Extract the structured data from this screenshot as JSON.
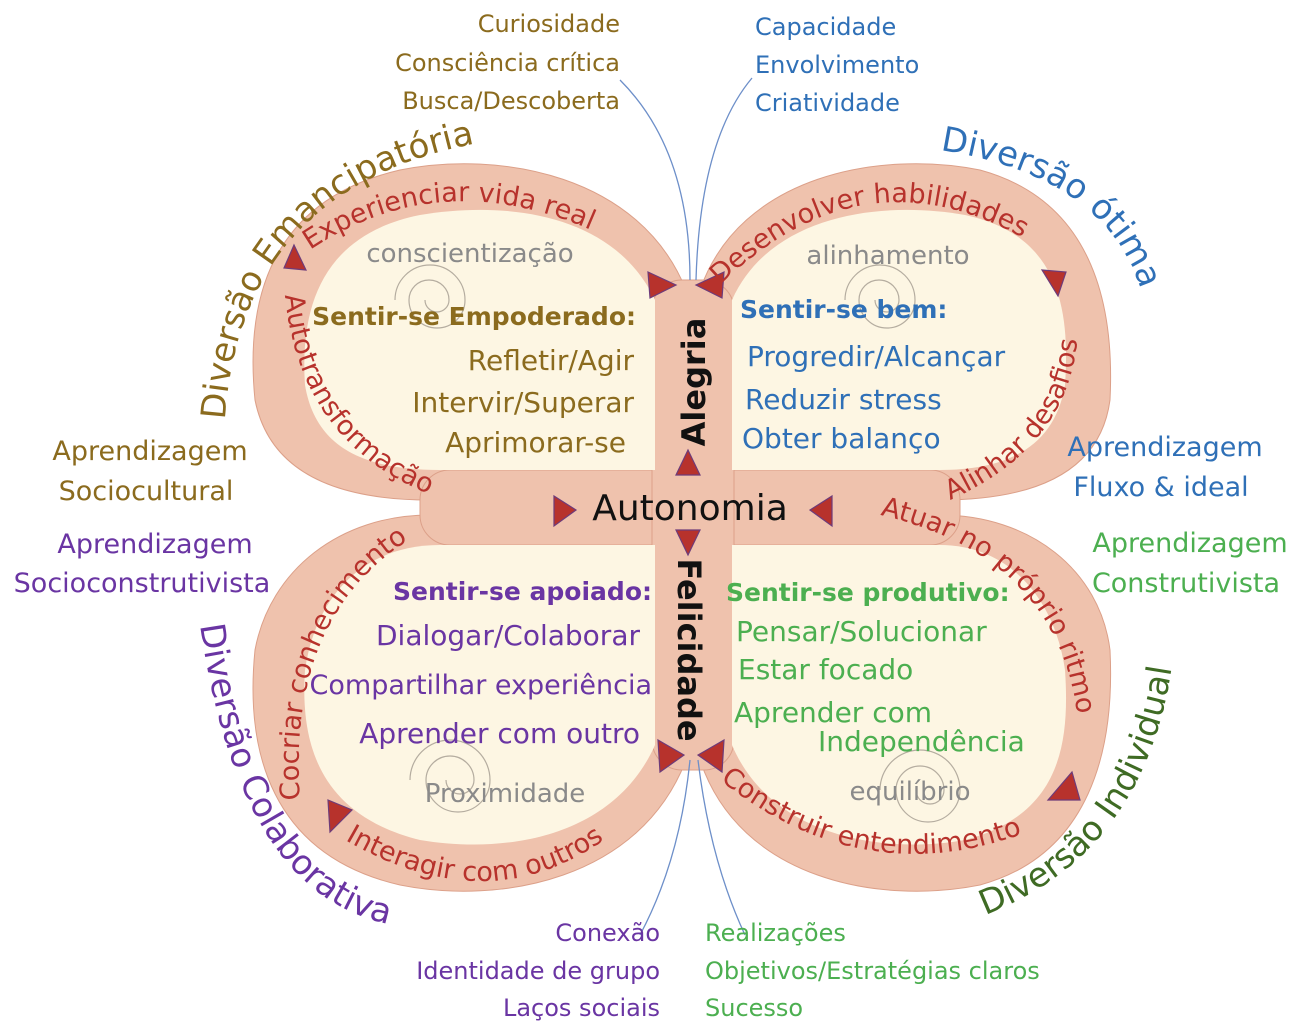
{
  "colors": {
    "band": "#efc2ad",
    "band_edge": "#dca089",
    "lobe": "#fdf6e3",
    "brown": "#8b6b1e",
    "blue": "#2f70b7",
    "purple": "#6a35a3",
    "green": "#4caf50",
    "dark_green": "#3f6b24",
    "red": "#b7322c",
    "gray": "#8a8a8a",
    "black": "#111111"
  },
  "center": {
    "autonomy": "Autonomia",
    "joy": "Alegria",
    "happiness": "Felicidade"
  },
  "top_left": {
    "outer_label": "Diversão Emancipatória",
    "arc_top": "Experienciar vida real",
    "arc_side": "Autotransformação",
    "concept": "conscientização",
    "feeling": "Sentir-se Empoderado:",
    "actions": [
      "Refletir/Agir",
      "Intervir/Superar",
      "Aprimorar-se"
    ],
    "top_keywords": [
      "Curiosidade",
      "Consciência crítica",
      "Busca/Descoberta"
    ],
    "learning": [
      "Aprendizagem",
      "Sociocultural"
    ]
  },
  "top_right": {
    "outer_label": "Diversão ótima",
    "arc_top": "Desenvolver habilidades",
    "arc_side": "Alinhar desafios",
    "concept": "alinhamento",
    "feeling": "Sentir-se bem:",
    "actions": [
      "Progredir/Alcançar",
      "Reduzir stress",
      "Obter balanço"
    ],
    "top_keywords": [
      "Capacidade",
      "Envolvimento",
      "Criatividade"
    ],
    "learning": [
      "Aprendizagem",
      "Fluxo & ideal"
    ]
  },
  "bottom_left": {
    "outer_label": "Diversão Colaborativa",
    "arc_side": "Cocriar conhecimento",
    "arc_bottom": "Interagir com outros",
    "concept": "Proximidade",
    "feeling": "Sentir-se apoiado:",
    "actions": [
      "Dialogar/Colaborar",
      "Compartilhar experiência",
      "Aprender com outro"
    ],
    "bottom_keywords": [
      "Conexão",
      "Identidade de grupo",
      "Laços sociais"
    ],
    "learning": [
      "Aprendizagem",
      "Socioconstrutivista"
    ]
  },
  "bottom_right": {
    "outer_label": "Diversão Individual",
    "arc_side": "Atuar no próprio ritmo",
    "arc_bottom": "Construir entendimento",
    "concept": "equilíbrio",
    "feeling": "Sentir-se produtivo:",
    "actions": [
      "Pensar/Solucionar",
      "Estar focado",
      "Aprender com",
      "Independência"
    ],
    "bottom_keywords": [
      "Realizações",
      "Objetivos/Estratégias claros",
      "Sucesso"
    ],
    "learning": [
      "Aprendizagem",
      "Construtivista"
    ]
  }
}
